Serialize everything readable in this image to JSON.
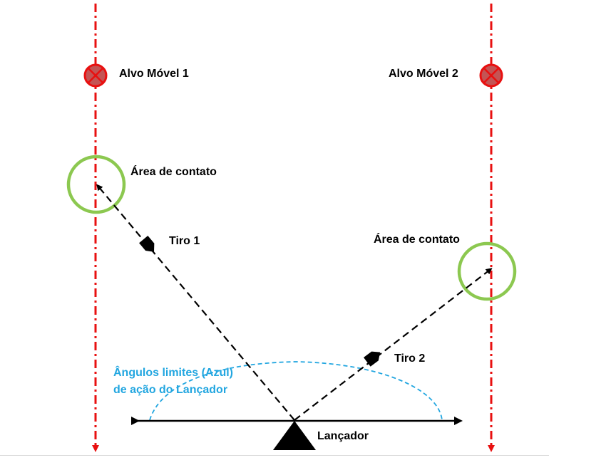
{
  "diagram": {
    "targets": [
      {
        "label": "Alvo Móvel 1"
      },
      {
        "label": "Alvo Móvel 2"
      }
    ],
    "contact_areas": [
      {
        "label": "Área de contato"
      },
      {
        "label": "Área de contato"
      }
    ],
    "shots": [
      {
        "label": "Tiro 1"
      },
      {
        "label": "Tiro 2"
      }
    ],
    "launcher_label": "Lançador",
    "angle_limits_note": {
      "line1": "Ângulos limites (Azul)",
      "line2": "de ação do Lançador"
    },
    "colors": {
      "target_track": "#e81010",
      "target_fill": "#c45454",
      "contact_area": "#8cc850",
      "angle_limit": "#22a6e0",
      "shot_path": "#000000"
    }
  }
}
